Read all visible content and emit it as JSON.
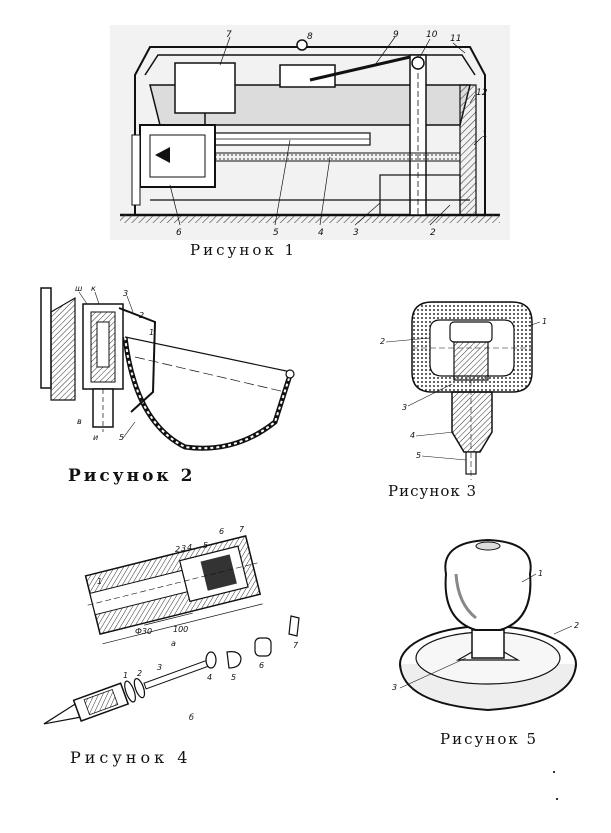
{
  "figures": [
    {
      "id": "fig1",
      "caption": "Рисунок 1",
      "parts": [
        "7",
        "8",
        "9",
        "10",
        "11",
        "12",
        "1",
        "2",
        "3",
        "4",
        "5",
        "6"
      ]
    },
    {
      "id": "fig2",
      "caption": "Рисунок 2",
      "parts": [
        "ш",
        "к",
        "3",
        "2",
        "1",
        "5",
        "в",
        "и"
      ]
    },
    {
      "id": "fig3",
      "caption": "Рисунок 3",
      "parts": [
        "1",
        "2",
        "3",
        "4",
        "5"
      ]
    },
    {
      "id": "fig4",
      "caption": "Рисунок 4",
      "parts_top": [
        "1",
        "2",
        "3",
        "4",
        "5",
        "6",
        "7"
      ],
      "parts_bottom": [
        "1",
        "2",
        "3",
        "4",
        "5",
        "6",
        "7"
      ],
      "dims": [
        "Ф30",
        "100"
      ],
      "subfig": [
        "а",
        "б"
      ]
    },
    {
      "id": "fig5",
      "caption": "Рисунок 5",
      "parts": [
        "1",
        "2",
        "3"
      ]
    }
  ],
  "colors": {
    "ink": "#111111",
    "paper": "#ffffff",
    "fill": "#e6e6e6",
    "hatch": "#555555"
  }
}
